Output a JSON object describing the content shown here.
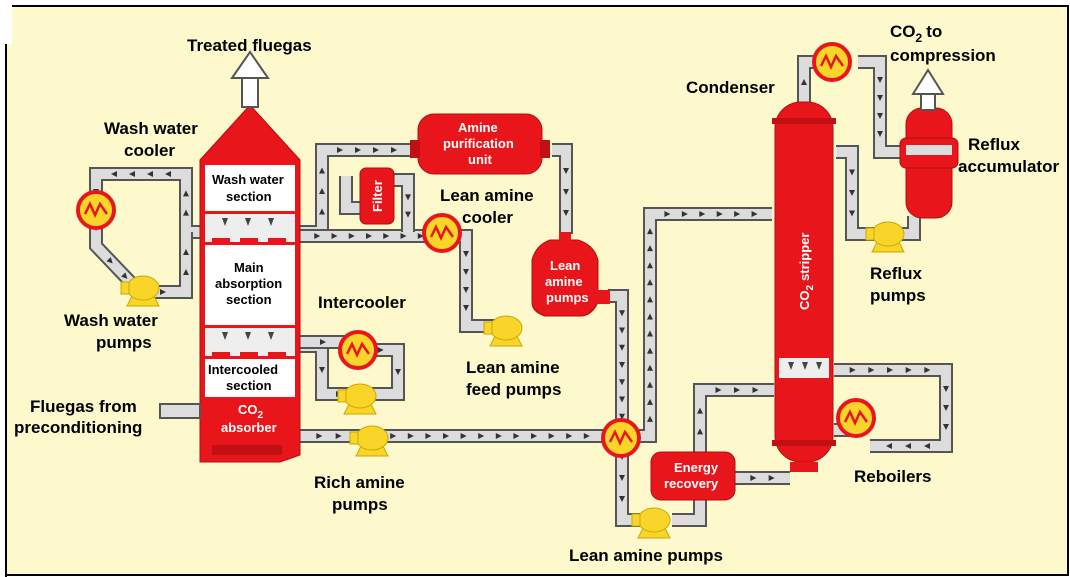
{
  "colors": {
    "background": "#fdf9cc",
    "border": "#000000",
    "equipment_red": "#e8161b",
    "pump_yellow": "#f8d528",
    "pipe_grey": "#d8d8d8",
    "arrow": "#333333"
  },
  "labels": {
    "treated_fluegas": "Treated fluegas",
    "co2_to_compression_1": "to",
    "co2_to_compression_2": "compression",
    "condenser": "Condenser",
    "reflux_accumulator_1": "Reflux",
    "reflux_accumulator_2": "accumulator",
    "wash_water_cooler_1": "Wash water",
    "wash_water_cooler_2": "cooler",
    "wash_water_pumps_1": "Wash water",
    "wash_water_pumps_2": "pumps",
    "amine_purification_1": "Amine",
    "amine_purification_2": "purification",
    "amine_purification_3": "unit",
    "filter": "Filter",
    "lean_amine_cooler_1": "Lean amine",
    "lean_amine_cooler_2": "cooler",
    "lean_amine_pumps_mid_1": "Lean",
    "lean_amine_pumps_mid_2": "amine",
    "lean_amine_pumps_mid_3": "pumps",
    "lean_amine_feed_pumps_1": "Lean amine",
    "lean_amine_feed_pumps_2": "feed pumps",
    "intercooler": "Intercooler",
    "fluegas_from_1": "Fluegas from",
    "fluegas_from_2": "preconditioning",
    "rich_amine_pumps_1": "Rich amine",
    "rich_amine_pumps_2": "pumps",
    "lean_amine_pumps_bottom": "Lean amine pumps",
    "energy_recovery_1": "Energy",
    "energy_recovery_2": "recovery",
    "reboilers": "Reboilers",
    "reflux_pumps_1": "Reflux",
    "reflux_pumps_2": "pumps",
    "co2_stripper": "stripper",
    "wash_water_section_1": "Wash water",
    "wash_water_section_2": "section",
    "main_absorption_1": "Main",
    "main_absorption_2": "absorption",
    "main_absorption_3": "section",
    "intercooled_section_1": "Intercooled",
    "intercooled_section_2": "section",
    "co2_absorber": "absorber",
    "co2_prefix": "CO",
    "co2_subscript": "2"
  }
}
